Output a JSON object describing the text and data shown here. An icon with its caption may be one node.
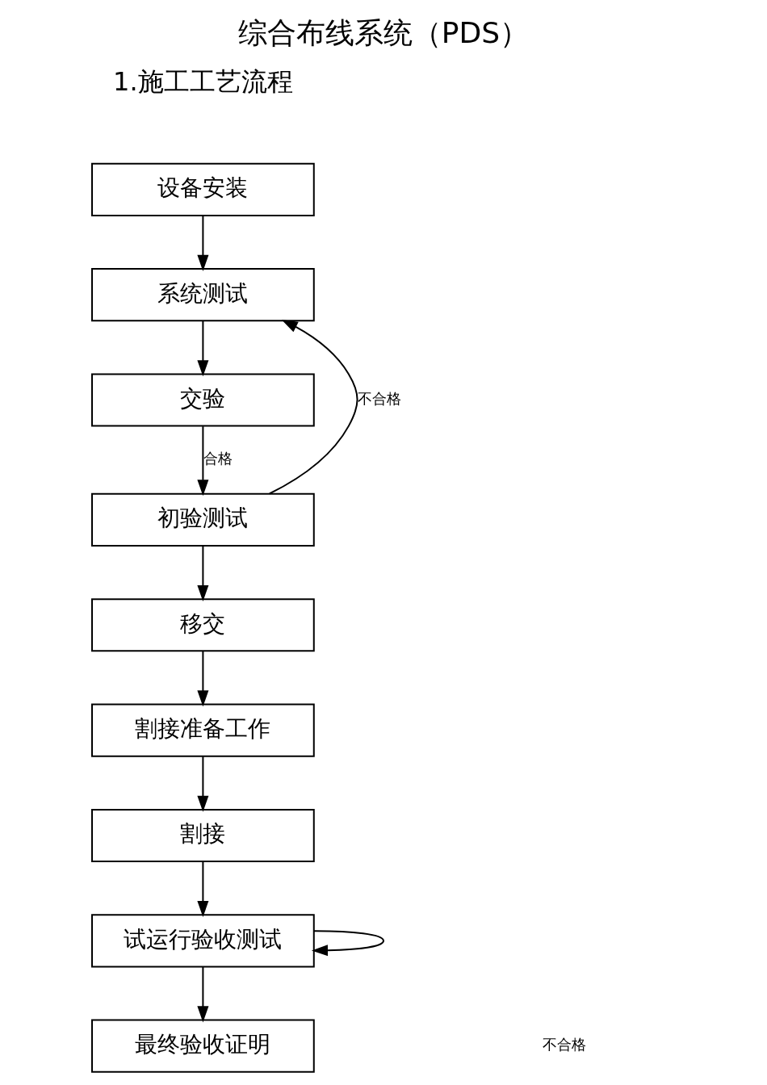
{
  "diagram": {
    "title": "综合布线系统（PDS）",
    "nodes": [
      {
        "text": [
          "设备安装"
        ]
      },
      {
        "text": [
          "系统测试"
        ]
      },
      {
        "text": [
          "交验"
        ]
      },
      {
        "text": [
          "初验测试"
        ]
      },
      {
        "text": [
          "移交"
        ]
      },
      {
        "text": [
          "割接准备工作"
        ]
      },
      {
        "text": [
          "割接"
        ]
      },
      {
        "text": [
          "试运行验收测试"
        ]
      },
      {
        "text": [
          "最终验收证明"
        ]
      }
    ],
    "edges": [
      {
        "from": 0,
        "to": 1,
        "arrow": "to"
      },
      {
        "from": 1,
        "to": 2,
        "arrow": "to"
      },
      {
        "from": 2,
        "to": 3,
        "arrow": "to",
        "label": "合格"
      },
      {
        "from": 3,
        "to": 1,
        "arrow": "to",
        "label": "不合格"
      },
      {
        "from": 3,
        "to": 4,
        "arrow": "to"
      },
      {
        "from": 4,
        "to": 5,
        "arrow": "to"
      },
      {
        "from": 5,
        "to": 6,
        "arrow": "to"
      },
      {
        "from": 6,
        "to": 7,
        "arrow": "to"
      },
      {
        "from": 7,
        "to": 7,
        "arrow": "to"
      },
      {
        "from": 7,
        "to": 8,
        "arrow": "to"
      }
    ],
    "labels": [
      "1.施工工艺流程",
      "不合格"
    ]
  }
}
